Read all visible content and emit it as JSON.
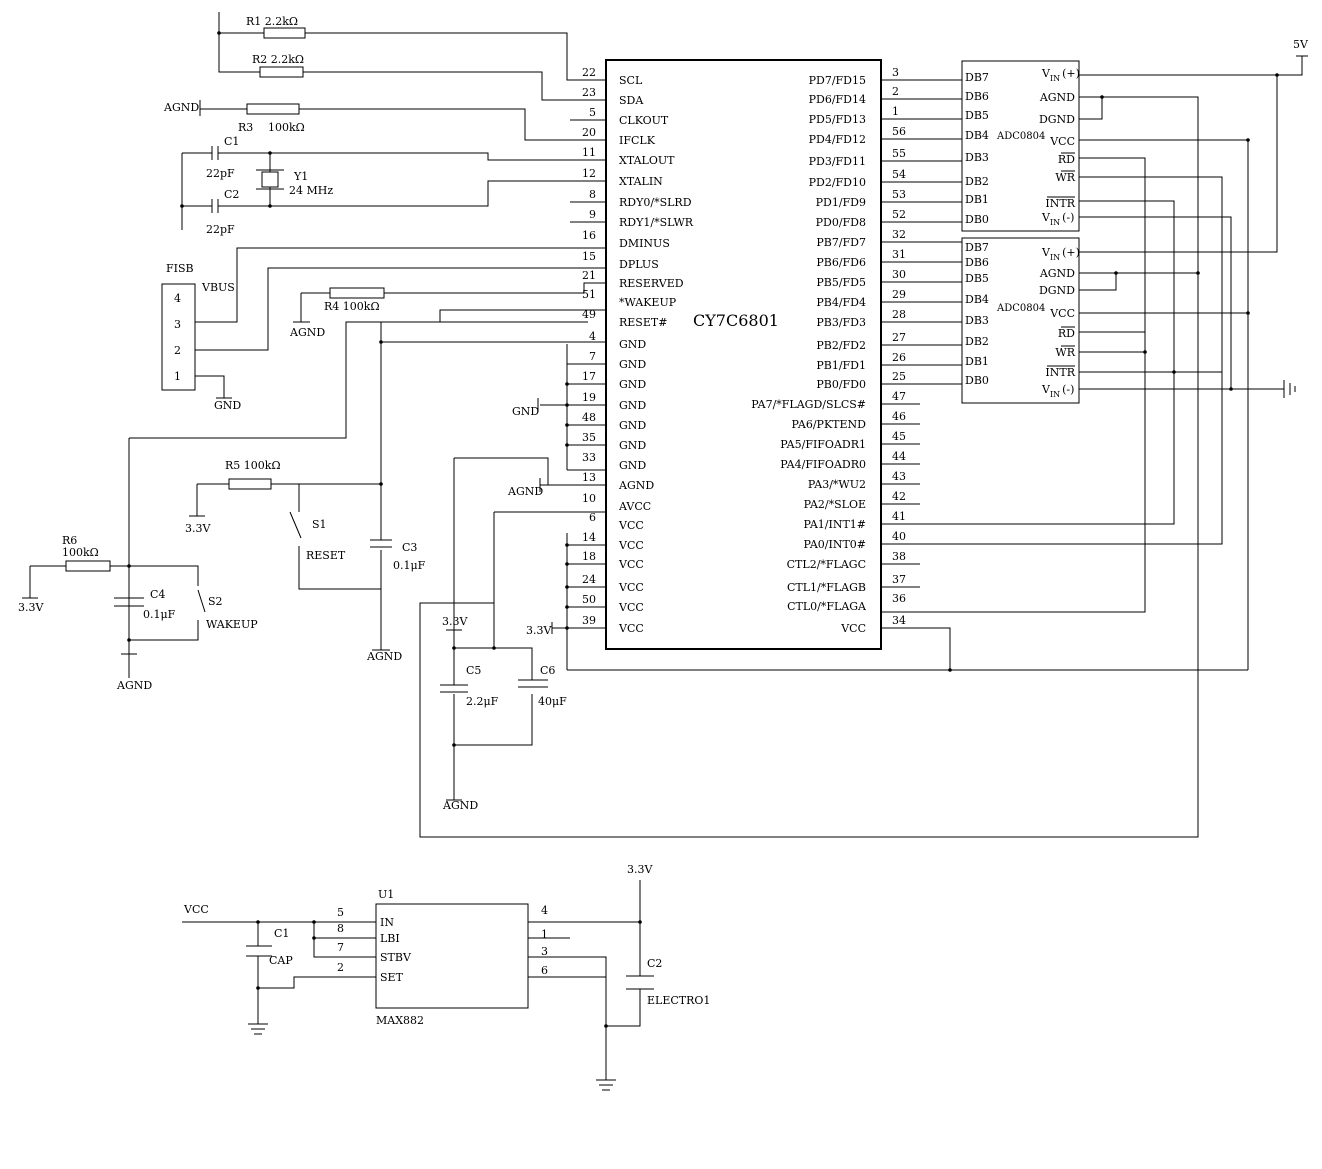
{
  "mcu": {
    "name": "CY7C6801",
    "left_pins": [
      {
        "num": "22",
        "name": "SCL"
      },
      {
        "num": "23",
        "name": "SDA"
      },
      {
        "num": "5",
        "name": "CLKOUT"
      },
      {
        "num": "20",
        "name": "IFCLK"
      },
      {
        "num": "11",
        "name": "XTALOUT"
      },
      {
        "num": "12",
        "name": "XTALIN"
      },
      {
        "num": "8",
        "name": "RDY0/*SLRD"
      },
      {
        "num": "9",
        "name": "RDY1/*SLWR"
      },
      {
        "num": "16",
        "name": "DMINUS"
      },
      {
        "num": "15",
        "name": "DPLUS"
      },
      {
        "num": "21",
        "name": "RESERVED"
      },
      {
        "num": "51",
        "name": "*WAKEUP"
      },
      {
        "num": "49",
        "name": "RESET#"
      },
      {
        "num": "4",
        "name": "GND"
      },
      {
        "num": "7",
        "name": "GND"
      },
      {
        "num": "17",
        "name": "GND"
      },
      {
        "num": "19",
        "name": "GND"
      },
      {
        "num": "48",
        "name": "GND"
      },
      {
        "num": "35",
        "name": "GND"
      },
      {
        "num": "33",
        "name": "GND"
      },
      {
        "num": "13",
        "name": "AGND"
      },
      {
        "num": "10",
        "name": "AVCC"
      },
      {
        "num": "6",
        "name": "VCC"
      },
      {
        "num": "14",
        "name": "VCC"
      },
      {
        "num": "18",
        "name": "VCC"
      },
      {
        "num": "24",
        "name": "VCC"
      },
      {
        "num": "50",
        "name": "VCC"
      },
      {
        "num": "39",
        "name": "VCC"
      }
    ],
    "right_pins": [
      {
        "num": "3",
        "name": "PD7/FD15"
      },
      {
        "num": "2",
        "name": "PD6/FD14"
      },
      {
        "num": "1",
        "name": "PD5/FD13"
      },
      {
        "num": "56",
        "name": "PD4/FD12"
      },
      {
        "num": "55",
        "name": "PD3/FD11"
      },
      {
        "num": "54",
        "name": "PD2/FD10"
      },
      {
        "num": "53",
        "name": "PD1/FD9"
      },
      {
        "num": "52",
        "name": "PD0/FD8"
      },
      {
        "num": "32",
        "name": "PB7/FD7"
      },
      {
        "num": "31",
        "name": "PB6/FD6"
      },
      {
        "num": "30",
        "name": "PB5/FD5"
      },
      {
        "num": "29",
        "name": "PB4/FD4"
      },
      {
        "num": "28",
        "name": "PB3/FD3"
      },
      {
        "num": "27",
        "name": "PB2/FD2"
      },
      {
        "num": "26",
        "name": "PB1/FD1"
      },
      {
        "num": "25",
        "name": "PB0/FD0"
      },
      {
        "num": "47",
        "name": "PA7/*FLAGD/SLCS#"
      },
      {
        "num": "46",
        "name": "PA6/PKTEND"
      },
      {
        "num": "45",
        "name": "PA5/FIFOADR1"
      },
      {
        "num": "44",
        "name": "PA4/FIFOADR0"
      },
      {
        "num": "43",
        "name": "PA3/*WU2"
      },
      {
        "num": "42",
        "name": "PA2/*SLOE"
      },
      {
        "num": "41",
        "name": "PA1/INT1#"
      },
      {
        "num": "40",
        "name": "PA0/INT0#"
      },
      {
        "num": "38",
        "name": "CTL2/*FLAGC"
      },
      {
        "num": "37",
        "name": "CTL1/*FLAGB"
      },
      {
        "num": "36",
        "name": "CTL0/*FLAGA"
      },
      {
        "num": "34",
        "name": "VCC"
      }
    ]
  },
  "adc1": {
    "name": "ADC0804",
    "left": [
      "DB7",
      "DB6",
      "DB5",
      "DB4",
      "DB3",
      "DB2",
      "DB1",
      "DB0"
    ],
    "right": [
      "VIN(+)",
      "AGND",
      "DGND",
      "VCC",
      "RD",
      "WR",
      "INTR",
      "VIN(-)"
    ]
  },
  "adc2": {
    "name": "ADC0804",
    "left": [
      "DB7",
      "DB6",
      "DB5",
      "DB4",
      "DB3",
      "DB2",
      "DB1",
      "DB0"
    ],
    "right": [
      "VIN(+)",
      "AGND",
      "DGND",
      "VCC",
      "RD",
      "WR",
      "INTR",
      "VIN(-)"
    ]
  },
  "usb": {
    "name": "FISB",
    "pins": [
      "4",
      "3",
      "2",
      "1"
    ],
    "vbus": "VBUS",
    "gnd": "GND"
  },
  "parts": {
    "r1": "R1  2.2kΩ",
    "r2": "R2  2.2kΩ",
    "r3_name": "R3",
    "r3_val": "100kΩ",
    "r4": "R4  100kΩ",
    "r5": "R5  100kΩ",
    "r6_name": "R6",
    "r6_val": "100kΩ",
    "c1_name": "C1",
    "c1_val": "22pF",
    "c2_name": "C2",
    "c2_val": "22pF",
    "y1_name": "Y1",
    "y1_val": "24 MHz",
    "c3_name": "C3",
    "c3_val": "0.1μF",
    "c4_name": "C4",
    "c4_val": "0.1μF",
    "c5_name": "C5",
    "c5_val": "2.2μF",
    "c6_name": "C6",
    "c6_val": "40μF",
    "s1_name": "S1",
    "s1_label": "RESET",
    "s2_name": "S2",
    "s2_label": "WAKEUP"
  },
  "nets": {
    "agnd": "AGND",
    "gnd": "GND",
    "v33": "3.3V",
    "v5": "5V",
    "vcc": "VCC"
  },
  "regulator": {
    "ref": "U1",
    "part": "MAX882",
    "pins_left": [
      {
        "num": "5",
        "name": "IN"
      },
      {
        "num": "8",
        "name": "LBI"
      },
      {
        "num": "7",
        "name": "STBV"
      },
      {
        "num": "2",
        "name": "SET"
      }
    ],
    "pins_right": [
      "4",
      "1",
      "3",
      "6"
    ],
    "c1_name": "C1",
    "c1_val": "CAP",
    "c2_name": "C2",
    "c2_val": "ELECTRO1",
    "in_label": "VCC",
    "out_label": "3.3V"
  }
}
